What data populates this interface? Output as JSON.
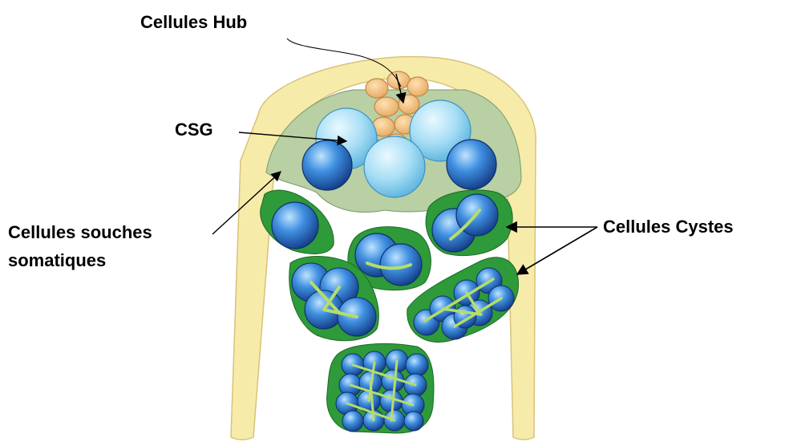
{
  "labels": {
    "hub": "Cellules Hub",
    "csg": "CSG",
    "somatic_line1": "Cellules souches",
    "somatic_line2": "somatiques",
    "cyst": "Cellules Cystes"
  },
  "colors": {
    "sheath": "#f7ebaa",
    "sheath_stroke": "#d8c27a",
    "hub_cell": "#f3c27a",
    "hub_stroke": "#c0894a",
    "csg_light": "#c6ecfb",
    "csg_dark": "#2a6fc4",
    "somatic_area": "#b9cfa4",
    "cyst_green": "#2e9a3a",
    "fusome": "#b5dd6a"
  }
}
